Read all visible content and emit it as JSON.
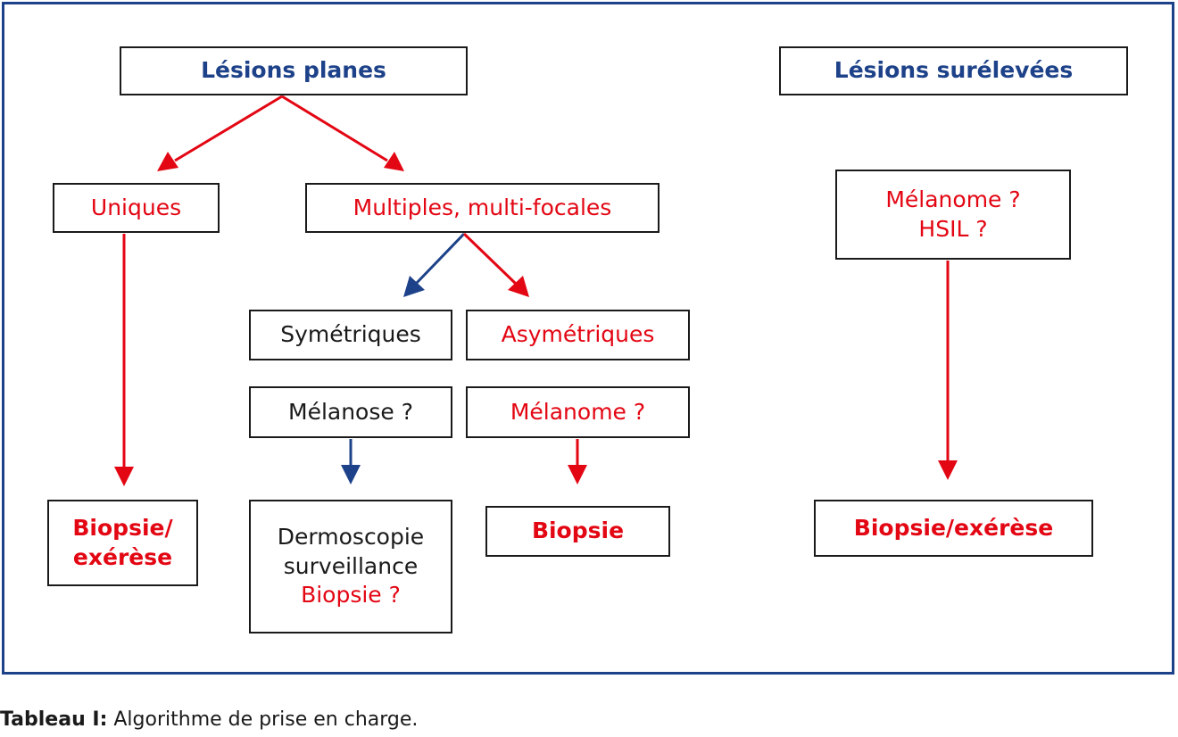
{
  "colors": {
    "blue": "#1d4289",
    "red": "#e30613",
    "black": "#1a1a1a"
  },
  "nodes": {
    "lesions_planes": "Lésions planes",
    "lesions_surelevees": "Lésions surélevées",
    "uniques": "Uniques",
    "multiples": "Multiples, multi-focales",
    "symetriques": "Symétriques",
    "asymetriques": "Asymétriques",
    "melanose": "Mélanose ?",
    "melanome_asym": "Mélanome ?",
    "biopsie_exerese_left_1": "Biopsie/",
    "biopsie_exerese_left_2": "exérèse",
    "dermoscopie_1": "Dermoscopie",
    "dermoscopie_2": "surveillance",
    "dermoscopie_3": "Biopsie ?",
    "biopsie_mid": "Biopsie",
    "melanome_right_1": "Mélanome ?",
    "melanome_right_2": "HSIL ?",
    "biopsie_exerese_right": "Biopsie/exérèse"
  },
  "caption": {
    "label": "Tableau I:",
    "text": " Algorithme de prise en charge."
  }
}
